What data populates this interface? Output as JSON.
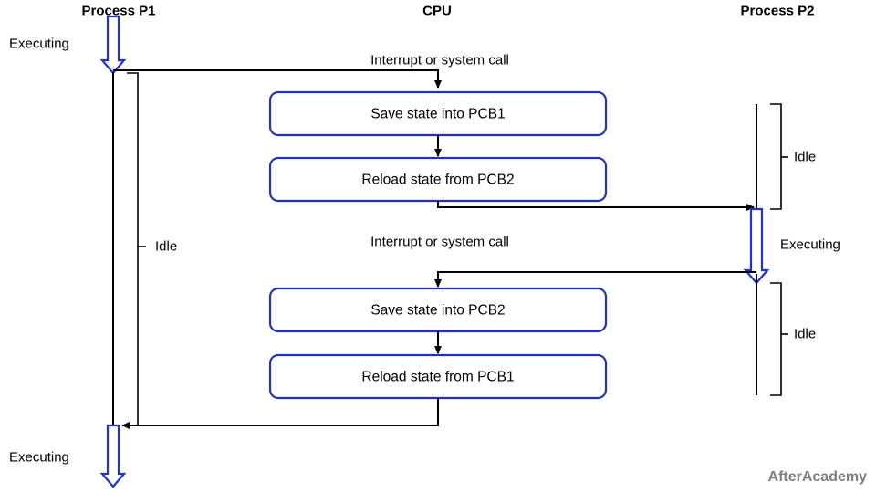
{
  "diagram": {
    "title_row": {
      "p1": "Process P1",
      "cpu": "CPU",
      "p2": "Process P2"
    },
    "colors": {
      "line": "#000000",
      "box_border": "#2233bb",
      "arrow_blue": "#2233cc",
      "text": "#000000",
      "watermark": "#7f7f7f",
      "background": "#ffffff"
    },
    "p1_labels": {
      "executing_top": "Executing",
      "idle": "Idle",
      "executing_bottom": "Executing"
    },
    "p2_labels": {
      "idle_top": "Idle",
      "executing": "Executing",
      "idle_bottom": "Idle"
    },
    "transitions": [
      {
        "label": "Interrupt or system call"
      },
      {
        "label": "Interrupt or system call"
      }
    ],
    "cpu_steps": [
      {
        "label": "Save state into PCB1"
      },
      {
        "label": "Reload state from PCB2"
      },
      {
        "label": "Save state into PCB2"
      },
      {
        "label": "Reload state from PCB1"
      }
    ],
    "watermark": "AfterAcademy"
  }
}
